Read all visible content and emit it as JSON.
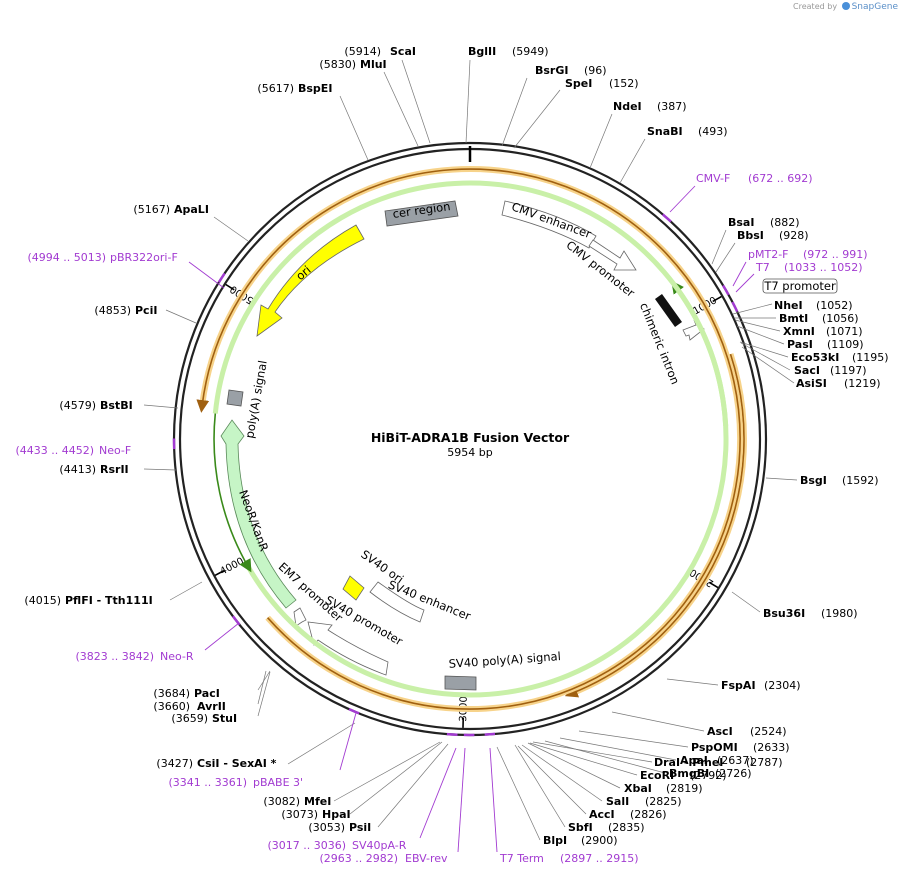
{
  "credit": {
    "prefix": "Created by",
    "brand": "SnapGene"
  },
  "plasmid": {
    "name": "HiBiT-ADRA1B Fusion Vector",
    "length_label": "5954 bp"
  },
  "map": {
    "total_bp": 5954
  },
  "ticks": [
    {
      "bp": 1000,
      "label": "1000"
    },
    {
      "bp": 2000,
      "label": "2000"
    },
    {
      "bp": 3000,
      "label": "3000"
    },
    {
      "bp": 4000,
      "label": "4000"
    },
    {
      "bp": 5000,
      "label": "5000"
    }
  ],
  "sites": [
    {
      "name": "ScaI",
      "pos": "(5914)"
    },
    {
      "name": "BglII",
      "pos": "(5949)"
    },
    {
      "name": "MluI",
      "pos": "(5830)"
    },
    {
      "name": "BsrGI",
      "pos": "(96)"
    },
    {
      "name": "SpeI",
      "pos": "(152)"
    },
    {
      "name": "BspEI",
      "pos": "(5617)"
    },
    {
      "name": "NdeI",
      "pos": "(387)"
    },
    {
      "name": "SnaBI",
      "pos": "(493)"
    },
    {
      "name": "ApaLI",
      "pos": "(5167)"
    },
    {
      "name": "BsaI",
      "pos": "(882)"
    },
    {
      "name": "BbsI",
      "pos": "(928)"
    },
    {
      "name": "NheI",
      "pos": "(1052)"
    },
    {
      "name": "BmtI",
      "pos": "(1056)"
    },
    {
      "name": "XmnI",
      "pos": "(1071)"
    },
    {
      "name": "PasI",
      "pos": "(1109)"
    },
    {
      "name": "Eco53kI",
      "pos": "(1195)"
    },
    {
      "name": "SacI",
      "pos": "(1197)"
    },
    {
      "name": "AsiSI",
      "pos": "(1219)"
    },
    {
      "name": "PciI",
      "pos": "(4853)"
    },
    {
      "name": "BstBI",
      "pos": "(4579)"
    },
    {
      "name": "RsrII",
      "pos": "(4413)"
    },
    {
      "name": "BsgI",
      "pos": "(1592)"
    },
    {
      "name": "PflFI  - Tth111I",
      "pos": "(4015)"
    },
    {
      "name": "Bsu36I",
      "pos": "(1980)"
    },
    {
      "name": "FspAI",
      "pos": "(2304)"
    },
    {
      "name": "PacI",
      "pos": "(3684)"
    },
    {
      "name": "AvrII",
      "pos": "(3660)"
    },
    {
      "name": "StuI",
      "pos": "(3659)"
    },
    {
      "name": "AscI",
      "pos": "(2524)"
    },
    {
      "name": "PspOMI",
      "pos": "(2633)"
    },
    {
      "name": "ApaI",
      "pos": "(2637)"
    },
    {
      "name": "BmgBI",
      "pos": "(2726)"
    },
    {
      "name": "CsiI  - SexAI *",
      "pos": "(3427)"
    },
    {
      "name": "DraI  - PmeI",
      "pos": "(2787)"
    },
    {
      "name": "EcoRI",
      "pos": "(2792)"
    },
    {
      "name": "XbaI",
      "pos": "(2819)"
    },
    {
      "name": "SalI",
      "pos": "(2825)"
    },
    {
      "name": "AccI",
      "pos": "(2826)"
    },
    {
      "name": "SbfI",
      "pos": "(2835)"
    },
    {
      "name": "BlpI",
      "pos": "(2900)"
    },
    {
      "name": "MfeI",
      "pos": "(3082)"
    },
    {
      "name": "HpaI",
      "pos": "(3073)"
    },
    {
      "name": "PsiI",
      "pos": "(3053)"
    }
  ],
  "primers": [
    {
      "name": "CMV-F",
      "range": "(672 .. 692)"
    },
    {
      "name": "pMT2-F",
      "range": "(972 .. 991)"
    },
    {
      "name": "T7",
      "range": "(1033 .. 1052)"
    },
    {
      "name": "pBR322ori-F",
      "range": "(4994 .. 5013)"
    },
    {
      "name": "Neo-F",
      "range": "(4433 .. 4452)"
    },
    {
      "name": "Neo-R",
      "range": "(3823 .. 3842)"
    },
    {
      "name": "pBABE 3'",
      "range": "(3341 .. 3361)"
    },
    {
      "name": "SV40pA-R",
      "range": "(3017 .. 3036)"
    },
    {
      "name": "EBV-rev",
      "range": "(2963 .. 2982)"
    },
    {
      "name": "T7 Term",
      "range": "(2897 .. 2915)"
    }
  ],
  "features": [
    {
      "name": "cer region"
    },
    {
      "name": "CMV enhancer"
    },
    {
      "name": "CMV promoter"
    },
    {
      "name": "T7 promoter"
    },
    {
      "name": "chimeric intron"
    },
    {
      "name": "ori"
    },
    {
      "name": "poly(A) signal"
    },
    {
      "name": "NeoR/KanR"
    },
    {
      "name": "EM7 promoter"
    },
    {
      "name": "SV40 ori"
    },
    {
      "name": "SV40 enhancer"
    },
    {
      "name": "SV40 promoter"
    },
    {
      "name": "SV40 poly(A) signal"
    }
  ],
  "colors": {
    "backbone": "#222222",
    "primer": "#a23bd1",
    "orf": "#f0a030",
    "ori": "#ffff00",
    "neo": "#c6f5c6",
    "region_gray": "#9aa0a6",
    "green_arrow": "#3a8a1a"
  }
}
